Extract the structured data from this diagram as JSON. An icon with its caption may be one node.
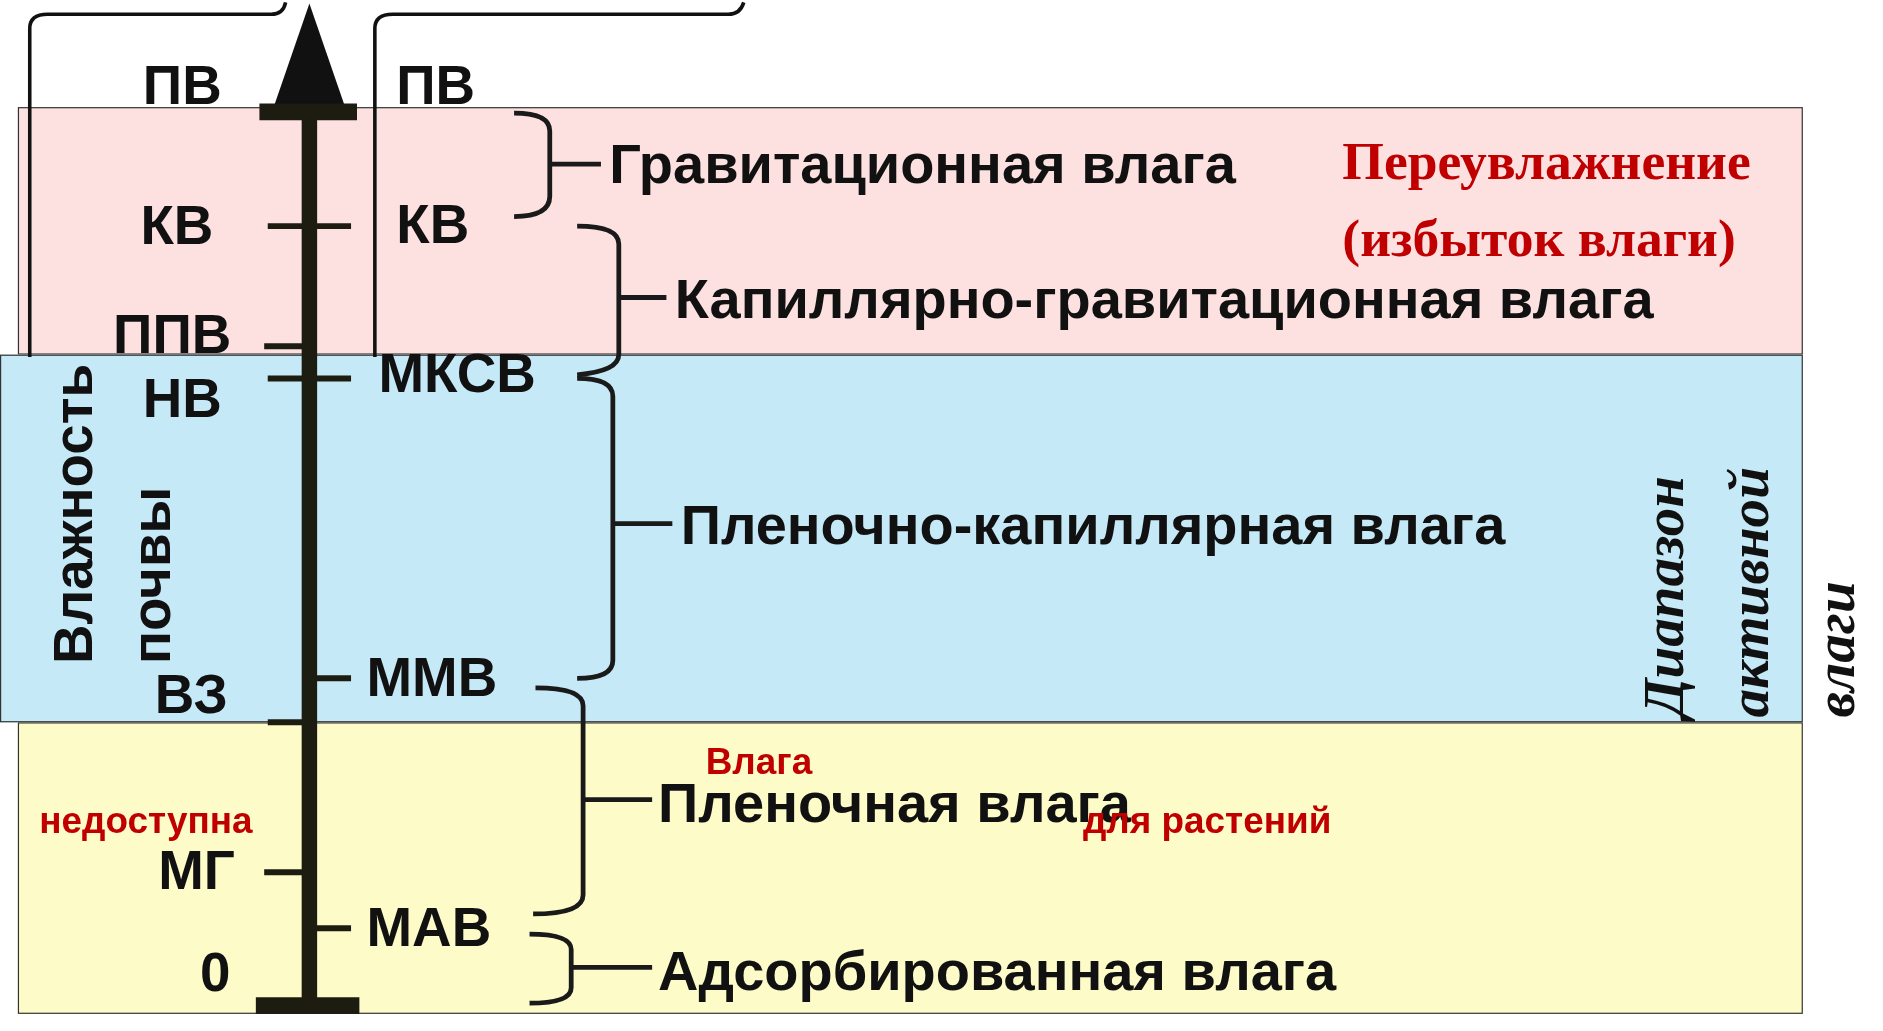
{
  "diagram": {
    "labels": [
      "ПВ",
      "ПВ",
      "Гравитационная влага",
      "Переувлажнение (избыток влаги)",
      "КВ",
      "КВ",
      "Капиллярно-гравитационная влага",
      "ППВ",
      "МКСВ",
      "НВ",
      "Влажность почвы",
      "Пленочно-капиллярная влага",
      "Диапазон активной влаги",
      "ММВ",
      "ВЗ",
      "Влага",
      "Пленочная влага",
      "недоступна",
      "для растений",
      "МГ",
      "МАВ",
      "0",
      "Адсорбированная влага"
    ]
  }
}
